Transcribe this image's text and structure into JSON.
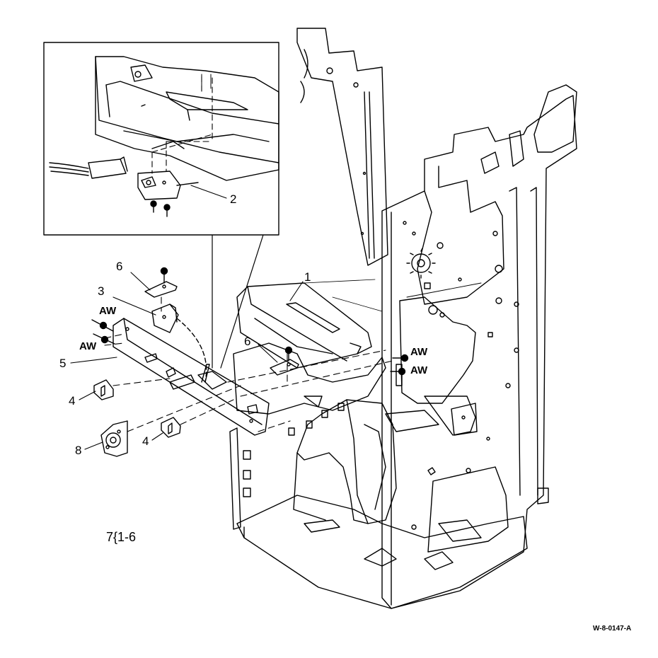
{
  "callouts": {
    "c1": "1",
    "c2": "2",
    "c3": "3",
    "c4a": "4",
    "c4b": "4",
    "c5": "5",
    "c6a": "6",
    "c6b": "6",
    "c8": "8"
  },
  "aw_labels": {
    "aw1": "AW",
    "aw2": "AW",
    "aw3": "AW",
    "aw4": "AW"
  },
  "module_ref": "7{1-6",
  "figure_id": "W-8-0147-A",
  "colors": {
    "line": "#000000",
    "background": "#ffffff"
  }
}
